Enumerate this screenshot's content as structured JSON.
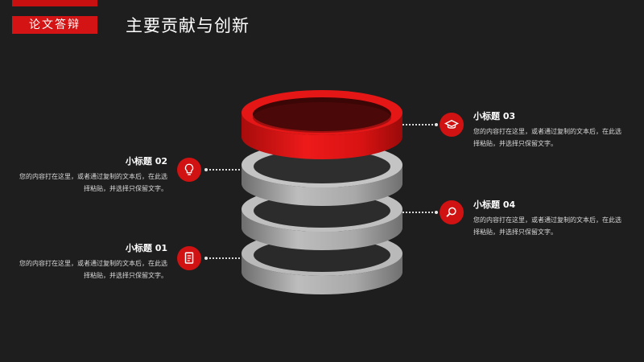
{
  "header": {
    "tag_label": "论文答辩",
    "title": "主要贡献与创新"
  },
  "colors": {
    "background": "#1e1e1e",
    "accent": "#d41414",
    "ring_gray": "#9a9a9a",
    "text": "#ffffff"
  },
  "items": [
    {
      "heading": "小标题  01",
      "body": "您的内容打在这里，或者通过复制的文本后，在此选择粘贴，并选择只保留文字。",
      "icon": "document-icon"
    },
    {
      "heading": "小标题  02",
      "body": "您的内容打在这里，或者通过复制的文本后，在此选择粘贴，并选择只保留文字。",
      "icon": "lightbulb-icon"
    },
    {
      "heading": "小标题  03",
      "body": "您的内容打在这里，或者通过复制的文本后，在此选择粘贴，并选择只保留文字。",
      "icon": "graduation-cap-icon"
    },
    {
      "heading": "小标题  04",
      "body": "您的内容打在这里，或者通过复制的文本后，在此选择粘贴，并选择只保留文字。",
      "icon": "magnifier-icon"
    }
  ]
}
